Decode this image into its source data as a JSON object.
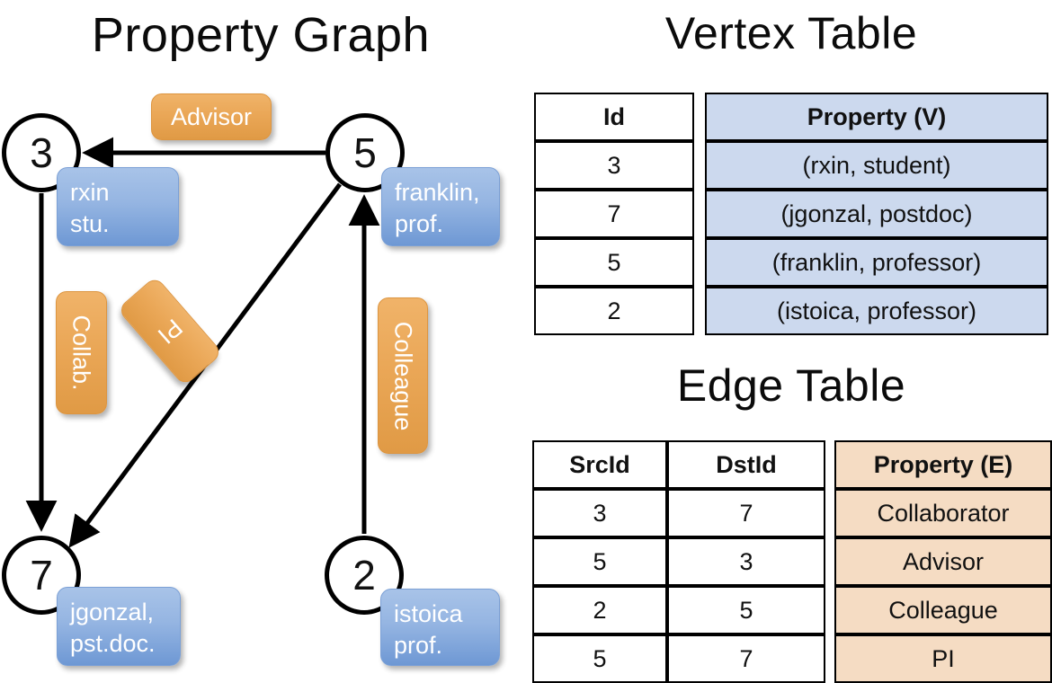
{
  "titles": {
    "property_graph": "Property Graph",
    "vertex_table": "Vertex Table",
    "edge_table": "Edge Table"
  },
  "graph": {
    "nodes": [
      {
        "id": "3",
        "property": "rxin\nstu."
      },
      {
        "id": "5",
        "property": "franklin,\nprof."
      },
      {
        "id": "7",
        "property": "jgonzal,\npst.doc."
      },
      {
        "id": "2",
        "property": "istoica\nprof."
      }
    ],
    "node_labels": {
      "n3": "3",
      "n5": "5",
      "n7": "7",
      "n2": "2"
    },
    "node_props": {
      "rxin_line1": "rxin",
      "rxin_line2": "stu.",
      "franklin_line1": "franklin,",
      "franklin_line2": "prof.",
      "jgonzal_line1": "jgonzal,",
      "jgonzal_line2": "pst.doc.",
      "istoica_line1": "istoica",
      "istoica_line2": "prof."
    },
    "edge_labels": {
      "advisor": "Advisor",
      "collab": "Collab.",
      "pi": "PI",
      "colleague": "Colleague"
    },
    "edges": [
      {
        "src": "5",
        "dst": "3",
        "label": "Advisor"
      },
      {
        "src": "3",
        "dst": "7",
        "label": "Collab."
      },
      {
        "src": "5",
        "dst": "7",
        "label": "PI"
      },
      {
        "src": "2",
        "dst": "5",
        "label": "Colleague"
      }
    ]
  },
  "vertex_table": {
    "headers": [
      "Id",
      "Property (V)"
    ],
    "rows": [
      {
        "id": "3",
        "property": "(rxin, student)"
      },
      {
        "id": "7",
        "property": "(jgonzal, postdoc)"
      },
      {
        "id": "5",
        "property": "(franklin, professor)"
      },
      {
        "id": "2",
        "property": "(istoica, professor)"
      }
    ]
  },
  "edge_table": {
    "headers": [
      "SrcId",
      "DstId",
      "Property (E)"
    ],
    "rows": [
      {
        "src": "3",
        "dst": "7",
        "property": "Collaborator"
      },
      {
        "src": "5",
        "dst": "3",
        "property": "Advisor"
      },
      {
        "src": "2",
        "dst": "5",
        "property": "Colleague"
      },
      {
        "src": "5",
        "dst": "7",
        "property": "PI"
      }
    ]
  },
  "colors": {
    "vertex_property_fill": "#ccd9ee",
    "edge_property_fill": "#f5dcc3",
    "node_property_box": "#95b5e2",
    "edge_label_box": "#eaa757",
    "stroke": "#000000",
    "background": "#ffffff"
  }
}
